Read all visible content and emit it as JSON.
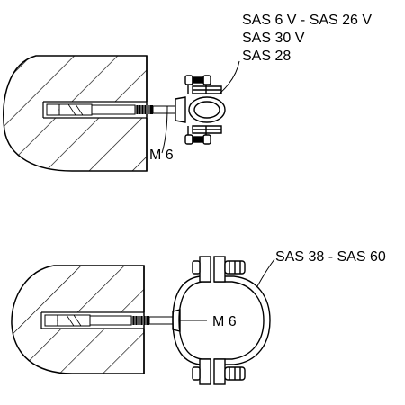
{
  "top_figure": {
    "labels": [
      "SAS 6 V - SAS 26 V",
      "SAS 30 V",
      "SAS 28"
    ],
    "thread_label": "M 6"
  },
  "bottom_figure": {
    "label": "SAS 38 - SAS 60",
    "thread_label": "M 6"
  },
  "colors": {
    "line": "#000000",
    "background": "#ffffff"
  }
}
